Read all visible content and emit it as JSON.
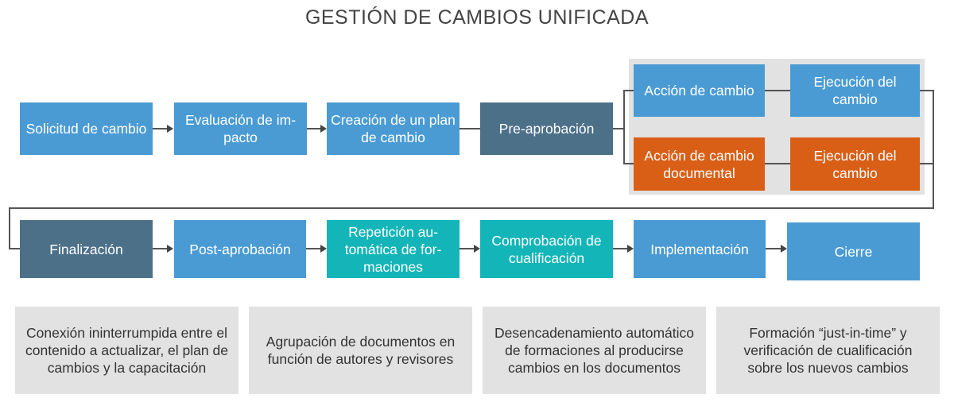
{
  "title": "GESTIÓN DE CAMBIOS UNIFICADA",
  "row1": [
    "Solicitud de cambio",
    "Evaluación de im-pacto",
    "Creación de un plan de cambio",
    "Pre-aprobación"
  ],
  "parallel": {
    "standard_action": "Acción de cambio",
    "standard_execution": "Ejecución del cambio",
    "document_action": "Acción de cambio documental",
    "document_execution": "Ejecución del cambio"
  },
  "row2": [
    "Finalización",
    "Post-aprobación",
    "Repetición au-tomática de for-maciones",
    "Comprobación de cualificación",
    "Implementación",
    "Cierre"
  ],
  "notes": [
    "Conexión ininterrumpida entre el contenido a actualizar, el plan de cambios y la capacitación",
    "Agrupación de documentos en función de autores y revisores",
    "Desencadenamiento automático de formaciones al producirse cambios en los documentos",
    "Formación “just-in-time” y verificación de cualificación sobre los nuevos cambios"
  ],
  "colors": {
    "blue": "#4a9bd4",
    "dark": "#4d7089",
    "teal": "#13b5b8",
    "orange": "#d95f17"
  }
}
